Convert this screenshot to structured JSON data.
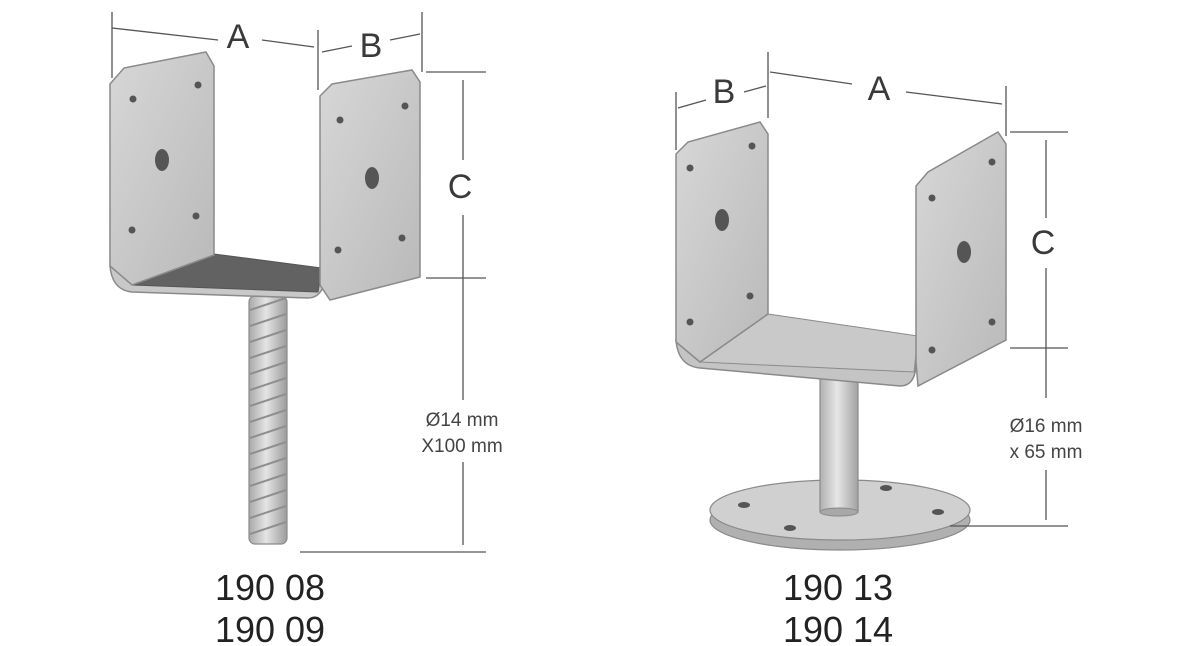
{
  "products": [
    {
      "dims": {
        "a": "A",
        "b": "B",
        "c": "C"
      },
      "spec": [
        "Ø14 mm",
        "X100 mm"
      ],
      "codes": [
        "190 08",
        "190 09"
      ]
    },
    {
      "dims": {
        "a": "A",
        "b": "B",
        "c": "C"
      },
      "spec": [
        "Ø16 mm",
        "x 65 mm"
      ],
      "codes": [
        "190 13",
        "190 14"
      ]
    }
  ]
}
